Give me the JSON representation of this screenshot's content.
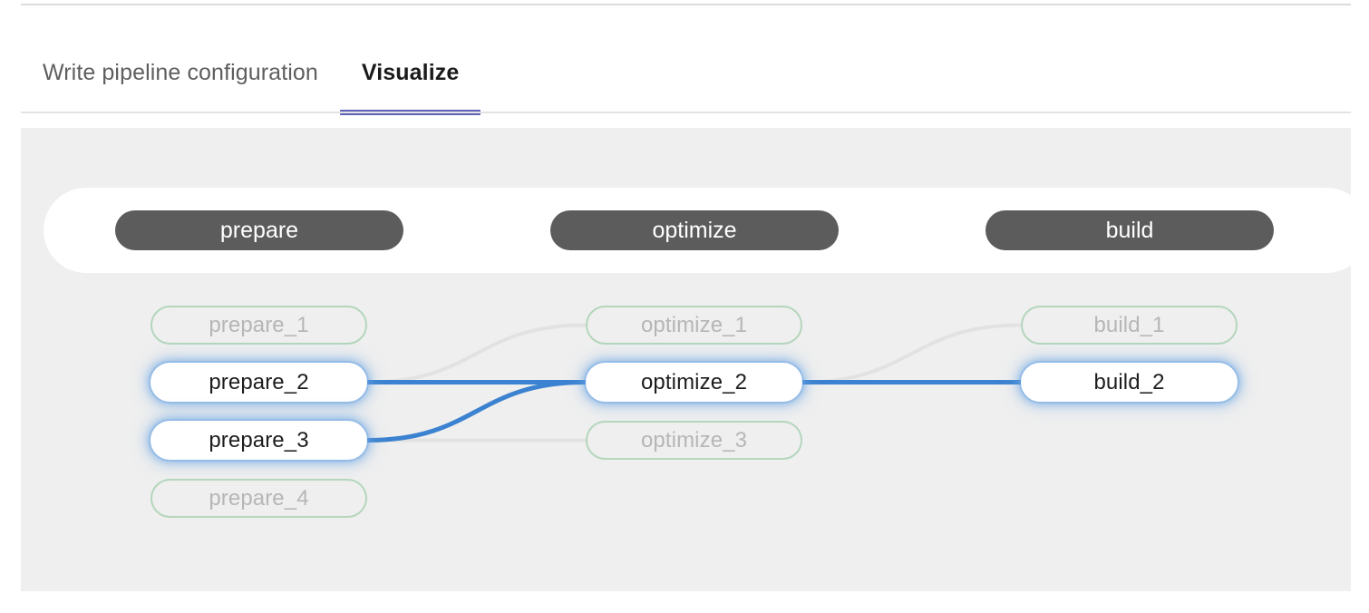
{
  "colors": {
    "accent_underline": "#5f5fb8",
    "canvas_bg": "#efefef",
    "stage_strip_bg": "#ffffff",
    "stage_pill_bg": "#5c5c5c",
    "stage_pill_text": "#ffffff",
    "node_dim_border": "#b4d6bd",
    "node_dim_text": "#b6b6b6",
    "node_active_bg": "#ffffff",
    "node_active_text": "#1d1d1d",
    "node_active_glow": "#5e9ee2",
    "edge_active": "#3b82d0",
    "edge_dim": "#e2e2e2",
    "rule": "#dcdcdc"
  },
  "tabs": [
    {
      "id": "write-config",
      "label": "Write pipeline configuration",
      "active": false
    },
    {
      "id": "visualize",
      "label": "Visualize",
      "active": true
    }
  ],
  "graph": {
    "stages": [
      {
        "id": "prepare",
        "label": "prepare"
      },
      {
        "id": "optimize",
        "label": "optimize"
      },
      {
        "id": "build",
        "label": "build"
      }
    ],
    "columns": [
      {
        "stage": "prepare",
        "jobs": [
          {
            "id": "prepare_1",
            "label": "prepare_1",
            "state": "dim"
          },
          {
            "id": "prepare_2",
            "label": "prepare_2",
            "state": "active"
          },
          {
            "id": "prepare_3",
            "label": "prepare_3",
            "state": "active"
          },
          {
            "id": "prepare_4",
            "label": "prepare_4",
            "state": "dim"
          }
        ]
      },
      {
        "stage": "optimize",
        "jobs": [
          {
            "id": "optimize_1",
            "label": "optimize_1",
            "state": "dim"
          },
          {
            "id": "optimize_2",
            "label": "optimize_2",
            "state": "active"
          },
          {
            "id": "optimize_3",
            "label": "optimize_3",
            "state": "dim"
          }
        ]
      },
      {
        "stage": "build",
        "jobs": [
          {
            "id": "build_1",
            "label": "build_1",
            "state": "dim"
          },
          {
            "id": "build_2",
            "label": "build_2",
            "state": "active"
          }
        ]
      }
    ],
    "edges": [
      {
        "from": "prepare_2",
        "to": "optimize_1",
        "state": "dim"
      },
      {
        "from": "prepare_2",
        "to": "optimize_2",
        "state": "active"
      },
      {
        "from": "prepare_3",
        "to": "optimize_2",
        "state": "active"
      },
      {
        "from": "prepare_3",
        "to": "optimize_3",
        "state": "dim"
      },
      {
        "from": "optimize_2",
        "to": "build_1",
        "state": "dim"
      },
      {
        "from": "optimize_2",
        "to": "build_2",
        "state": "active"
      }
    ]
  }
}
